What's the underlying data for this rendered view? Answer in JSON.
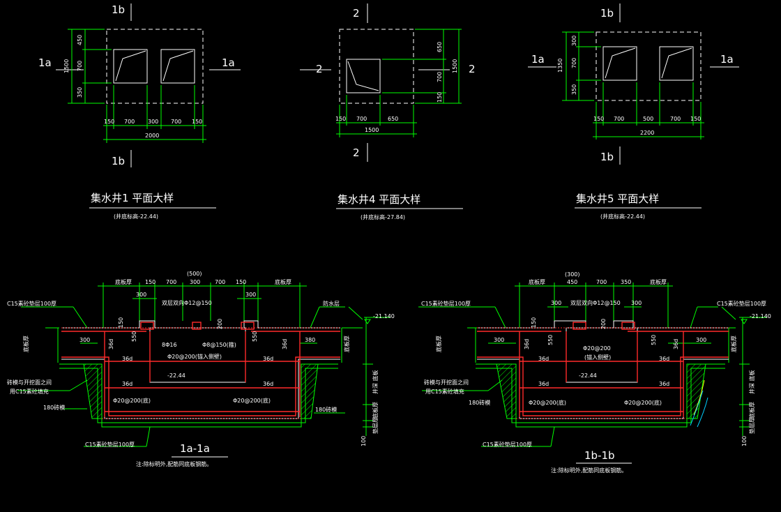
{
  "plans": [
    {
      "title": "集水井1 平面大样",
      "subtitle": "(井底标高-22.44)",
      "cut_a": "1a",
      "cut_b": "1b",
      "dims_h": [
        "150",
        "700",
        "300",
        "700",
        "150"
      ],
      "dim_total": "2000",
      "dims_v": [
        "450",
        "700",
        "350"
      ],
      "dim_v_total": "1500"
    },
    {
      "title": "集水井4 平面大样",
      "subtitle": "(井底标高-27.84)",
      "cut_a": "2",
      "cut_b": "2",
      "dims_h": [
        "150",
        "700",
        "650"
      ],
      "dim_total": "1500",
      "dims_v": [
        "650",
        "700",
        "150"
      ],
      "dim_v_total": "1500"
    },
    {
      "title": "集水井5 平面大样",
      "subtitle": "(井底标高-22.44)",
      "cut_a": "1a",
      "cut_b": "1b",
      "dims_h": [
        "150",
        "700",
        "500",
        "700",
        "150"
      ],
      "dim_total": "2200",
      "dims_v": [
        "300",
        "700",
        "350"
      ],
      "dim_v_total": "1350"
    }
  ],
  "sections": [
    {
      "title": "1a-1a",
      "note": "注:除标明外,配筋同底板钢筋。",
      "top_paren": "(500)",
      "top_dims": [
        "150",
        "700",
        "300",
        "700",
        "150"
      ],
      "small_dims": [
        "300",
        "300"
      ],
      "left_label": "底板厚",
      "right_label": "底板厚",
      "c15_top": "C15素砼垫层100厚",
      "c15_bottom": "C15素砼垫层100厚",
      "waterproof": "防水层",
      "elev_top": "-21.140",
      "elev_bottom": "-22.44",
      "rebar_top": "双层双向Φ12@150",
      "rebar_mid": "Φ8@150(箍)",
      "rebar_left": "8Φ16",
      "rebar_center": "Φ20@200(锚入侧壁)",
      "rebar_bottom_l": "Φ20@200(底)",
      "rebar_bottom_r": "Φ20@200(底)",
      "d36": "36d",
      "d550": "550",
      "d200": "200",
      "d150": "150",
      "d300": "300",
      "d380": "380",
      "side_fill": "砖模与开挖面之间",
      "side_fill2": "用C15素砼填充",
      "brick": "180砖模",
      "brick_r": "180砖模",
      "right_v1": "底板厚",
      "right_v2": "井深 底板",
      "right_v3": "底板厚",
      "right_v4": "垫层厚",
      "right_100": "100"
    },
    {
      "title": "1b-1b",
      "note": "注:除标明外,配筋同底板钢筋。",
      "top_paren": "(300)",
      "top_dims": [
        "450",
        "700",
        "350"
      ],
      "small_dims": [
        "300",
        "300"
      ],
      "left_label": "底板厚",
      "right_label": "底板厚",
      "c15_top": "C15素砼垫层100厚",
      "c15_bottom": "C15素砼垫层100厚",
      "waterproof": "",
      "elev_top": "-21.140",
      "elev_bottom": "-22.44",
      "rebar_top": "双层双向Φ12@150",
      "rebar_mid": "",
      "rebar_left": "",
      "rebar_center": "Φ20@200",
      "rebar_center2": "(锚入侧壁)",
      "rebar_bottom_l": "Φ20@200(底)",
      "rebar_bottom_r": "Φ20@200(底)",
      "d36": "36d",
      "d550": "550",
      "d200": "200",
      "d150": "150",
      "d300": "300",
      "d380": "300",
      "side_fill": "砖模与开挖面之间",
      "side_fill2": "用C15素砼填充",
      "brick": "180砖模",
      "brick_r": "",
      "right_v1": "底板厚",
      "right_v2": "井深 底板",
      "right_v3": "底板厚",
      "right_v4": "垫层厚",
      "right_100": "100"
    }
  ]
}
